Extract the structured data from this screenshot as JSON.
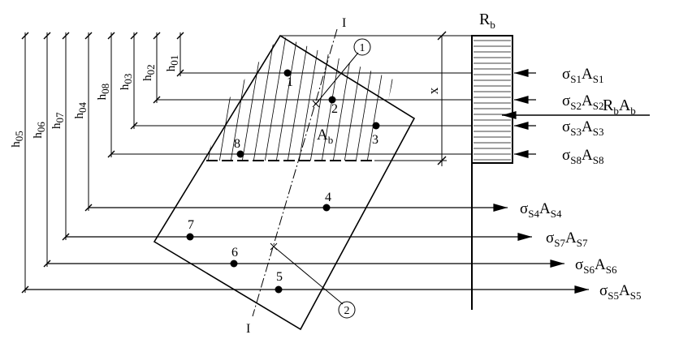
{
  "section_axis_label": "I",
  "axis_markers": [
    "1",
    "2"
  ],
  "compression_zone": {
    "label_main": "A",
    "label_sub": "b",
    "depth_label": "x"
  },
  "stress_block": {
    "label_main": "R",
    "label_sub": "b"
  },
  "resultant_force": {
    "main1": "R",
    "sub1": "b",
    "main2": "A",
    "sub2": "b"
  },
  "bars": [
    {
      "id": "1",
      "depth_main": "h",
      "depth_sub": "01",
      "force_sigma": "σ",
      "force_sigma_sub": "S1",
      "force_area": "A",
      "force_area_sub": "S1",
      "in_compression": true
    },
    {
      "id": "2",
      "depth_main": "h",
      "depth_sub": "02",
      "force_sigma": "σ",
      "force_sigma_sub": "S2",
      "force_area": "A",
      "force_area_sub": "S2",
      "in_compression": true
    },
    {
      "id": "3",
      "depth_main": "h",
      "depth_sub": "03",
      "force_sigma": "σ",
      "force_sigma_sub": "S3",
      "force_area": "A",
      "force_area_sub": "S3",
      "in_compression": true
    },
    {
      "id": "8",
      "depth_main": "h",
      "depth_sub": "08",
      "force_sigma": "σ",
      "force_sigma_sub": "S8",
      "force_area": "A",
      "force_area_sub": "S8",
      "in_compression": true
    },
    {
      "id": "4",
      "depth_main": "h",
      "depth_sub": "04",
      "force_sigma": "σ",
      "force_sigma_sub": "S4",
      "force_area": "A",
      "force_area_sub": "S4",
      "in_compression": false
    },
    {
      "id": "7",
      "depth_main": "h",
      "depth_sub": "07",
      "force_sigma": "σ",
      "force_sigma_sub": "S7",
      "force_area": "A",
      "force_area_sub": "S7",
      "in_compression": false
    },
    {
      "id": "6",
      "depth_main": "h",
      "depth_sub": "06",
      "force_sigma": "σ",
      "force_sigma_sub": "S6",
      "force_area": "A",
      "force_area_sub": "S6",
      "in_compression": false
    },
    {
      "id": "5",
      "depth_main": "h",
      "depth_sub": "05",
      "force_sigma": "σ",
      "force_sigma_sub": "S5",
      "force_area": "A",
      "force_area_sub": "S5",
      "in_compression": false
    }
  ]
}
